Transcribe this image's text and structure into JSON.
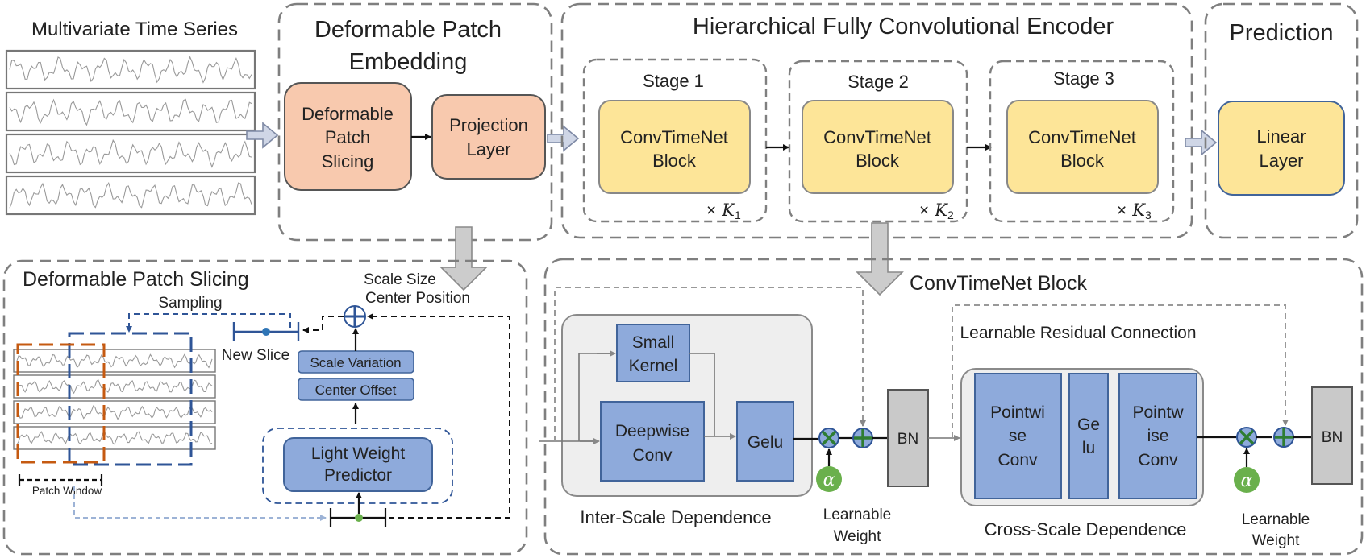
{
  "input": {
    "title": "Multivariate Time Series"
  },
  "embedding": {
    "title_line1": "Deformable Patch",
    "title_line2": "Embedding",
    "slicing_box": [
      "Deformable",
      "Patch",
      "Slicing"
    ],
    "projection_box": [
      "Projection",
      "Layer"
    ]
  },
  "encoder": {
    "title": "Hierarchical Fully Convolutional Encoder",
    "stages": [
      {
        "label": "Stage 1",
        "block": [
          "ConvTimeNet",
          "Block"
        ],
        "repeat_x": "×",
        "repeat_k": "K",
        "repeat_sub": "1"
      },
      {
        "label": "Stage 2",
        "block": [
          "ConvTimeNet",
          "Block"
        ],
        "repeat_x": "×",
        "repeat_k": "K",
        "repeat_sub": "2"
      },
      {
        "label": "Stage 3",
        "block": [
          "ConvTimeNet",
          "Block"
        ],
        "repeat_x": "×",
        "repeat_k": "K",
        "repeat_sub": "3"
      }
    ]
  },
  "prediction": {
    "title": "Prediction",
    "box": [
      "Linear",
      "Layer"
    ]
  },
  "slicing_detail": {
    "title": "Deformable Patch Slicing",
    "sampling": "Sampling",
    "scale_size": "Scale Size",
    "center_position": "Center Position",
    "new_slice": "New Slice",
    "scale_variation": "Scale Variation",
    "center_offset": "Center Offset",
    "predictor": [
      "Light Weight",
      "Predictor"
    ],
    "patch_window": "Patch Window"
  },
  "block_detail": {
    "title": "ConvTimeNet Block",
    "small_kernel": [
      "Small",
      "Kernel"
    ],
    "deepwise_conv": [
      "Deepwise",
      "Conv"
    ],
    "gelu": "Gelu",
    "bn": "BN",
    "alpha": "α",
    "learnable_weight": [
      "Learnable",
      "Weight"
    ],
    "inter_scale": "Inter-Scale Dependence",
    "residual": "Learnable Residual Connection",
    "pointwise_1": [
      "Pointwi",
      "se",
      "Conv"
    ],
    "gelu_split": [
      "Ge",
      "lu"
    ],
    "pointwise_2": [
      "Pointw",
      "ise",
      "Conv"
    ],
    "cross_scale": "Cross-Scale Dependence"
  },
  "colors": {
    "orange": "#f8c9ae",
    "yellow": "#fde598",
    "blue": "#8eaadb",
    "green": "#6ab04c",
    "gray": "#c9c9c9",
    "patch_orange": "#c55a11",
    "patch_blue": "#2f5597"
  }
}
